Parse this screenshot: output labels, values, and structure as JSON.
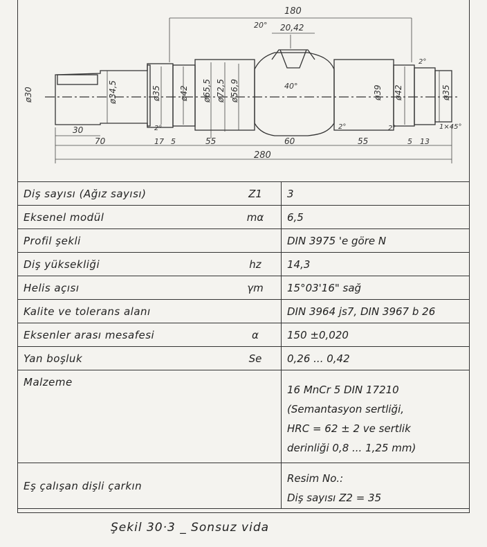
{
  "drawing": {
    "dimensions": {
      "overall_top": "180",
      "angle_thread": "20°",
      "tooth_width": "20,42",
      "angle_mid": "40°",
      "d30": "ø30",
      "d34": "ø34,5",
      "d35a": "ø35",
      "d42a": "ø42",
      "d65": "ø65,5",
      "d725": "ø72,5",
      "d569": "ø56,9",
      "d39": "ø39",
      "d42b": "ø42",
      "d35b": "ø35",
      "chamfer_a": "2°",
      "chamfer_b": "2°",
      "chamfer_c": "2°",
      "chamfer_d": "2°",
      "chamfer_end": "1×45°",
      "len30": "30",
      "len70": "70",
      "len17": "17",
      "len5a": "5",
      "len55a": "55",
      "len60": "60",
      "len55b": "55",
      "len5b": "5",
      "len13": "13",
      "overall_bottom": "280"
    }
  },
  "spec_table": {
    "rows": [
      {
        "label": "Diş sayısı (Ağız sayısı)",
        "symbol": "Z1",
        "value": "3"
      },
      {
        "label": "Eksenel modül",
        "symbol": "mα",
        "value": "6,5"
      },
      {
        "label": "Profil şekli",
        "symbol": "",
        "value": "DIN 3975 'e göre N"
      },
      {
        "label": "Diş yüksekliği",
        "symbol": "hz",
        "value": "14,3"
      },
      {
        "label": "Helis açısı",
        "symbol": "γm",
        "value": "15°03'16\" sağ"
      },
      {
        "label": "Kalite ve tolerans alanı",
        "symbol": "",
        "value": "DIN 3964 js7, DIN 3967 b 26"
      },
      {
        "label": "Eksenler arası mesafesi",
        "symbol": "α",
        "value": "150 ±0,020"
      },
      {
        "label": "Yan boşluk",
        "symbol": "Se",
        "value": "0,26 ... 0,42"
      }
    ],
    "material": {
      "label": "Malzeme",
      "lines": [
        "16 MnCr 5 DIN 17210",
        "(Semantasyon sertliği,",
        "HRC = 62 ± 2 ve sertlik",
        "derinliği 0,8 ... 1,25 mm)"
      ]
    },
    "mating": {
      "label": "Eş çalışan dişli çarkın",
      "lines": [
        "Resim No.:",
        "Diş sayısı Z2 = 35"
      ]
    }
  },
  "caption": "Şekil 30·3 _ Sonsuz vida"
}
